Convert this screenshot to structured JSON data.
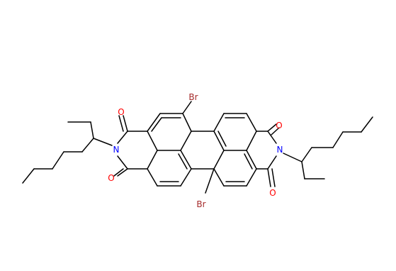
{
  "colors": {
    "bond": "#000000",
    "oxygen": "#ff0000",
    "nitrogen": "#0000ff",
    "bromine": "#a52a2a",
    "background": "#ffffff"
  },
  "atom_labels": {
    "br_top": "Br",
    "br_bottom": "Br",
    "n_left": "N",
    "n_right": "N",
    "o_left_top": "O",
    "o_left_bottom": "O",
    "o_right_top": "O",
    "o_right_bottom": "O"
  }
}
